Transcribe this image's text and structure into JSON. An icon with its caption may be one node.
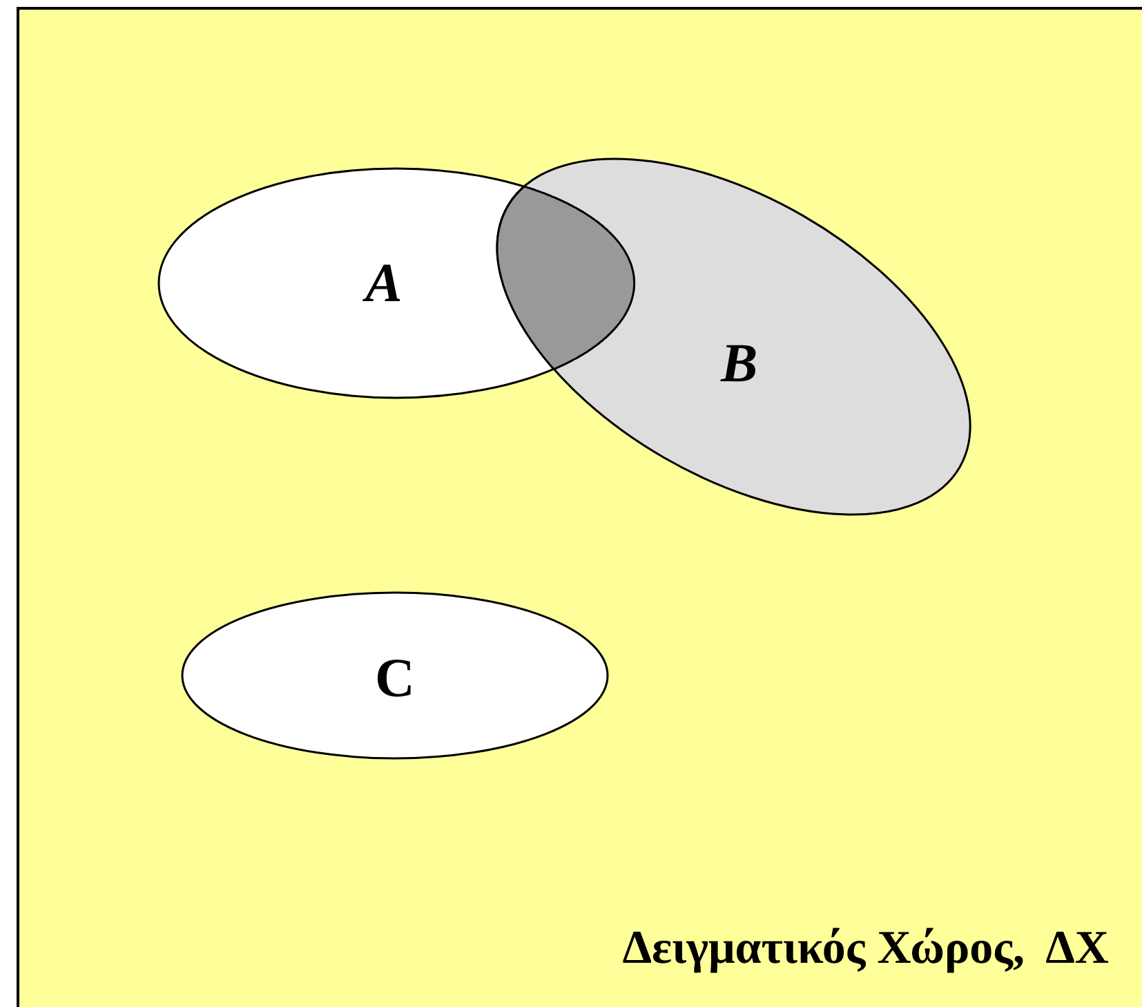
{
  "diagram": {
    "nodes": [
      {
        "text": [
          "Δειγματικός Χώρος,  ΔΧ"
        ]
      },
      {
        "text": [
          "A"
        ],
        "in": 0
      },
      {
        "text": [
          "B"
        ],
        "in": 0
      },
      {
        "text": [
          "C"
        ],
        "in": 0
      },
      {
        "text": [],
        "shape": "lens"
      }
    ]
  }
}
